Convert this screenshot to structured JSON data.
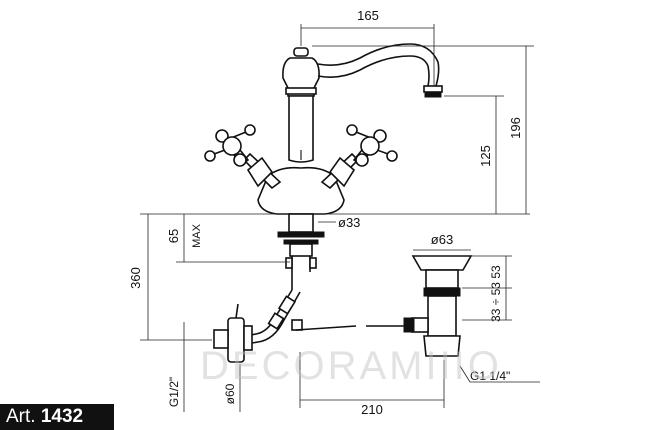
{
  "article": {
    "prefix": "Art.",
    "number": "1432"
  },
  "watermark": "DECORAMIIIO",
  "dimensions": {
    "spout_reach": "165",
    "total_height": "196",
    "spout_height": "125",
    "deck_thickness_max": "65",
    "deck_thickness_max_label": "MAX",
    "hole_diameter": "ø33",
    "pipe_length": "360",
    "supply_thread": "G1/2\"",
    "rosette_diameter": "ø60",
    "horizontal_span": "210",
    "waste_diameter": "ø63",
    "waste_height": "53",
    "waste_range": "33 ÷ 53",
    "waste_thread": "G1  1/4\""
  }
}
